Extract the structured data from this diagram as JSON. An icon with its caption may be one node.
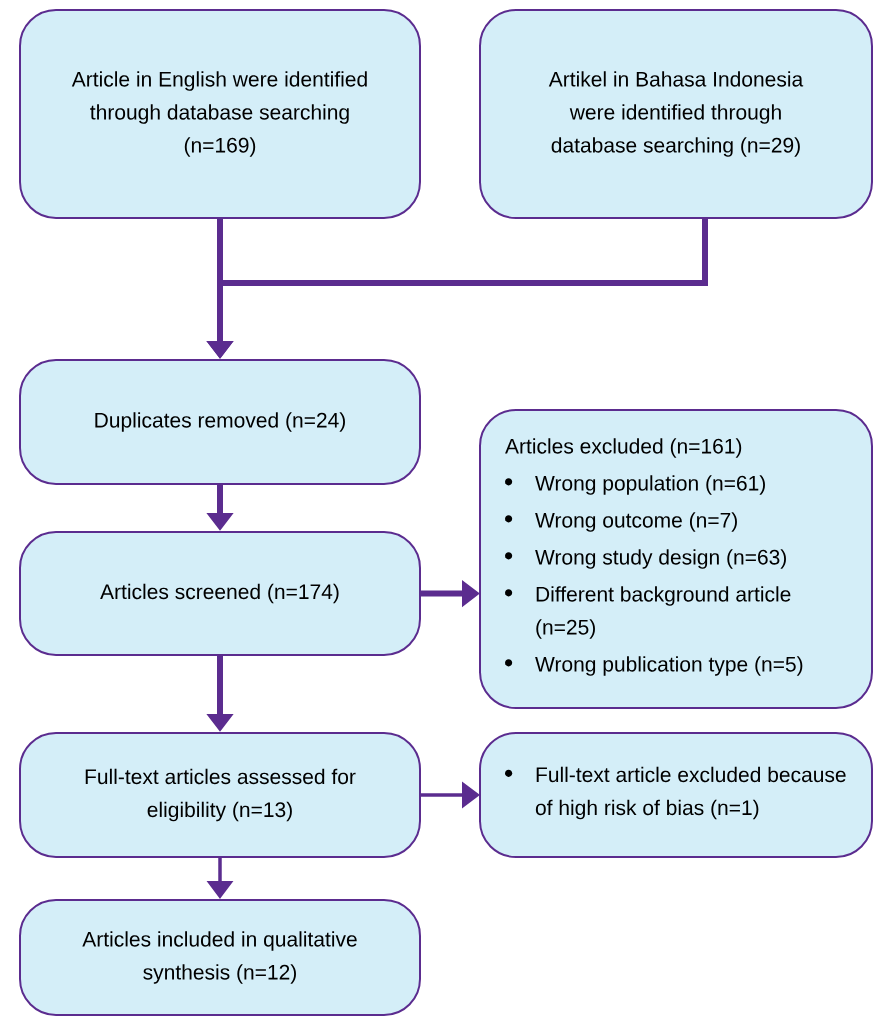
{
  "diagram": {
    "nodes": [
      {
        "text": [
          "Article in English were identified through database searching (n=169)"
        ]
      },
      {
        "text": [
          "Artikel in Bahasa Indonesia were identified through database searching (n=29)"
        ]
      },
      {
        "text": [
          "Duplicates removed (n=24)"
        ]
      },
      {
        "text": [
          "Articles screened (n=174)"
        ]
      },
      {
        "text": [
          "Articles excluded (n=161)",
          "Wrong population (n=61)",
          "Wrong outcome (n=7)",
          "Wrong study design (n=63)",
          "Different background article (n=25)",
          "Wrong publication type (n=5)"
        ]
      },
      {
        "text": [
          "Full-text articles assessed for eligibility (n=13)"
        ]
      },
      {
        "text": [
          "Full-text article excluded because of high risk of bias (n=1)"
        ]
      },
      {
        "text": [
          "Articles included in qualitative synthesis (n=12)"
        ]
      }
    ],
    "edges": [
      {
        "from": 0,
        "to": 2,
        "arrow": "to"
      },
      {
        "from": 1,
        "to": 2,
        "arrow": "to"
      },
      {
        "from": 2,
        "to": 3,
        "arrow": "to"
      },
      {
        "from": 3,
        "to": 4,
        "arrow": "to"
      },
      {
        "from": 3,
        "to": 5,
        "arrow": "to"
      },
      {
        "from": 5,
        "to": 6,
        "arrow": "to"
      },
      {
        "from": 5,
        "to": 7,
        "arrow": "to"
      }
    ]
  }
}
